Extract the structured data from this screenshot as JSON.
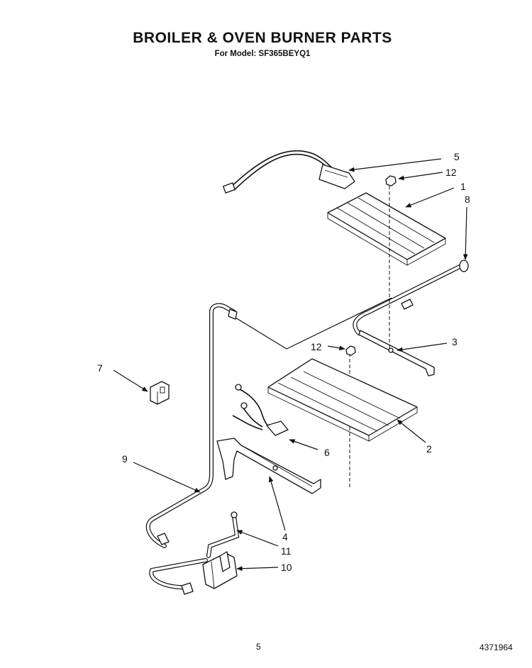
{
  "header": {
    "title": "BROILER & OVEN BURNER PARTS",
    "subtitle": "For Model: SF365BEYQ1"
  },
  "footer": {
    "page_number": "5",
    "document_number": "4371964"
  },
  "callouts": [
    "5",
    "12",
    "1",
    "8",
    "3",
    "12",
    "7",
    "2",
    "6",
    "9",
    "4",
    "11",
    "10"
  ]
}
